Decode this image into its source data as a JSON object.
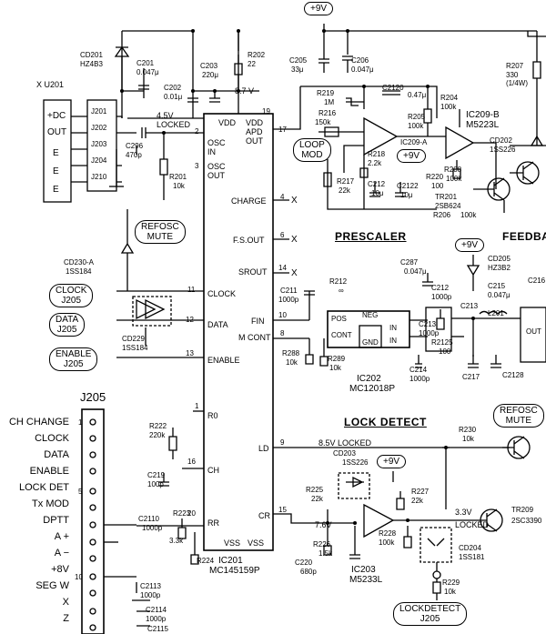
{
  "supply_labels": {
    "plus9v_top": "+9V",
    "plus9v_prescaler": "+9V",
    "plus9v_loopmod": "+9V",
    "plus9v_lockdet": "+9V",
    "v87": "8.7 V",
    "v45": "4.5V",
    "v45_locked": "LOCKED",
    "v85": "8.5V LOCKED",
    "v33": "3.3V",
    "v33_locked": "LOCKED",
    "v76": "7.6V"
  },
  "sections": {
    "prescaler": "PRESCALER",
    "lock_detect": "LOCK DETECT",
    "feedback": "FEEDBA"
  },
  "bubbles": {
    "loop_mod": [
      "LOOP",
      "MOD"
    ],
    "refosc_mute_left": [
      "REFOSC",
      "MUTE"
    ],
    "refosc_mute_right": [
      "REFOSC",
      "MUTE"
    ],
    "clock": [
      "CLOCK",
      "J205"
    ],
    "data": [
      "DATA",
      "J205"
    ],
    "enable": [
      "ENABLE",
      "J205"
    ],
    "lockdetect": [
      "LOCKDETECT",
      "J205"
    ]
  },
  "x201": {
    "title": "X U201",
    "pins": [
      "J201",
      "J202",
      "J203",
      "J204",
      "J210"
    ],
    "labels": [
      "+DC",
      "OUT",
      "E",
      "E",
      "E"
    ]
  },
  "ic201": {
    "name": "IC201",
    "part": "MC145159P",
    "pins_left": [
      "OSC IN",
      "OSC OUT",
      "CLOCK",
      "DATA",
      "ENABLE",
      "R0",
      "CH",
      "RR",
      "VSS",
      "VSS"
    ],
    "pins_right": [
      "VDD",
      "VDD APD OUT",
      "CHARGE",
      "F.S.OUT",
      "SROUT",
      "FIN",
      "M CONT",
      "LD",
      "CR"
    ],
    "pin_numbers": [
      "19",
      "17",
      "2",
      "3",
      "11",
      "12",
      "13",
      "1",
      "16",
      "4",
      "6",
      "14",
      "10",
      "8",
      "9",
      "15",
      "20"
    ]
  },
  "ic202": {
    "name": "IC202",
    "part": "MC12018P",
    "pins": [
      "POS",
      "NEG",
      "CONT",
      "GND",
      "IN",
      "IN",
      "OUT"
    ]
  },
  "ic203": {
    "name": "IC203",
    "part": "M5233L"
  },
  "ic209": {
    "name": "IC209-B",
    "part": "M5223L",
    "label_a": "IC209-A"
  },
  "components": [
    {
      "ref": "CD201",
      "value": "HZ4B3"
    },
    {
      "ref": "C201",
      "value": "0.047μ"
    },
    {
      "ref": "C202",
      "value": "0.01μ"
    },
    {
      "ref": "C203",
      "value": "220μ"
    },
    {
      "ref": "R202",
      "value": "22"
    },
    {
      "ref": "C205",
      "value": "33μ"
    },
    {
      "ref": "C206",
      "value": "0.047μ"
    },
    {
      "ref": "R207",
      "value": "330 (1/4W)"
    },
    {
      "ref": "R219",
      "value": "1M"
    },
    {
      "ref": "C2120",
      "value": "0.47μ"
    },
    {
      "ref": "R204",
      "value": "100k"
    },
    {
      "ref": "R216",
      "value": "150k"
    },
    {
      "ref": "R205",
      "value": "100k"
    },
    {
      "ref": "R218",
      "value": "2.2k"
    },
    {
      "ref": "R220",
      "value": "100"
    },
    {
      "ref": "R217",
      "value": "22k"
    },
    {
      "ref": "C212",
      "value": "10μ"
    },
    {
      "ref": "C2122",
      "value": "10μ"
    },
    {
      "ref": "R208",
      "value": "100k"
    },
    {
      "ref": "TR201",
      "value": "2SB624"
    },
    {
      "ref": "R206",
      "value": "100k"
    },
    {
      "ref": "CD202",
      "value": "1SS226"
    },
    {
      "ref": "C296",
      "value": "470p"
    },
    {
      "ref": "R201",
      "value": "10k"
    },
    {
      "ref": "CD230-A",
      "value": "1SS184"
    },
    {
      "ref": "CD229",
      "value": "1SS184"
    },
    {
      "ref": "R212",
      "value": "∞"
    },
    {
      "ref": "C287",
      "value": "0.047μ"
    },
    {
      "ref": "CD205",
      "value": "HZ3B2"
    },
    {
      "ref": "C211",
      "value": "1000p"
    },
    {
      "ref": "C212",
      "value": "1000p"
    },
    {
      "ref": "C215",
      "value": "0.047μ"
    },
    {
      "ref": "C216",
      "value": ""
    },
    {
      "ref": "C2123",
      "value": ""
    },
    {
      "ref": "C213",
      "value": "1000p"
    },
    {
      "ref": "R2125",
      "value": "100"
    },
    {
      "ref": "L201",
      "value": ""
    },
    {
      "ref": "C214",
      "value": "1000p"
    },
    {
      "ref": "C217",
      "value": ""
    },
    {
      "ref": "C2128",
      "value": ""
    },
    {
      "ref": "R288",
      "value": "10k"
    },
    {
      "ref": "R289",
      "value": "10k"
    },
    {
      "ref": "R222",
      "value": "220k"
    },
    {
      "ref": "C219",
      "value": "100p"
    },
    {
      "ref": "C2110",
      "value": "1000p"
    },
    {
      "ref": "R223",
      "value": "3.3k"
    },
    {
      "ref": "R224",
      "value": ""
    },
    {
      "ref": "R230",
      "value": "10k"
    },
    {
      "ref": "CD203",
      "value": "1SS226"
    },
    {
      "ref": "R225",
      "value": "22k"
    },
    {
      "ref": "R227",
      "value": "22k"
    },
    {
      "ref": "R226",
      "value": "1.5k"
    },
    {
      "ref": "C220",
      "value": "680p"
    },
    {
      "ref": "R228",
      "value": "100k"
    },
    {
      "ref": "CD204",
      "value": "1SS181"
    },
    {
      "ref": "R229",
      "value": "10k"
    },
    {
      "ref": "TR209",
      "value": "2SC3390"
    },
    {
      "ref": "C2113",
      "value": "1000p"
    },
    {
      "ref": "C2114",
      "value": "1000p"
    },
    {
      "ref": "C2115",
      "value": ""
    }
  ],
  "j205": {
    "title": "J205",
    "rows": [
      {
        "label": "CH CHANGE",
        "pin": "1"
      },
      {
        "label": "CLOCK",
        "pin": ""
      },
      {
        "label": "DATA",
        "pin": ""
      },
      {
        "label": "ENABLE",
        "pin": ""
      },
      {
        "label": "LOCK DET",
        "pin": "5"
      },
      {
        "label": "Tx MOD",
        "pin": ""
      },
      {
        "label": "DPTT",
        "pin": ""
      },
      {
        "label": "A +",
        "pin": ""
      },
      {
        "label": "A −",
        "pin": ""
      },
      {
        "label": "+8V",
        "pin": "10"
      },
      {
        "label": "SEG W",
        "pin": ""
      },
      {
        "label": "X",
        "pin": ""
      },
      {
        "label": "Z",
        "pin": ""
      }
    ]
  },
  "not_connected": "X",
  "colors": {
    "ink": "#000000",
    "paper": "#ffffff"
  }
}
